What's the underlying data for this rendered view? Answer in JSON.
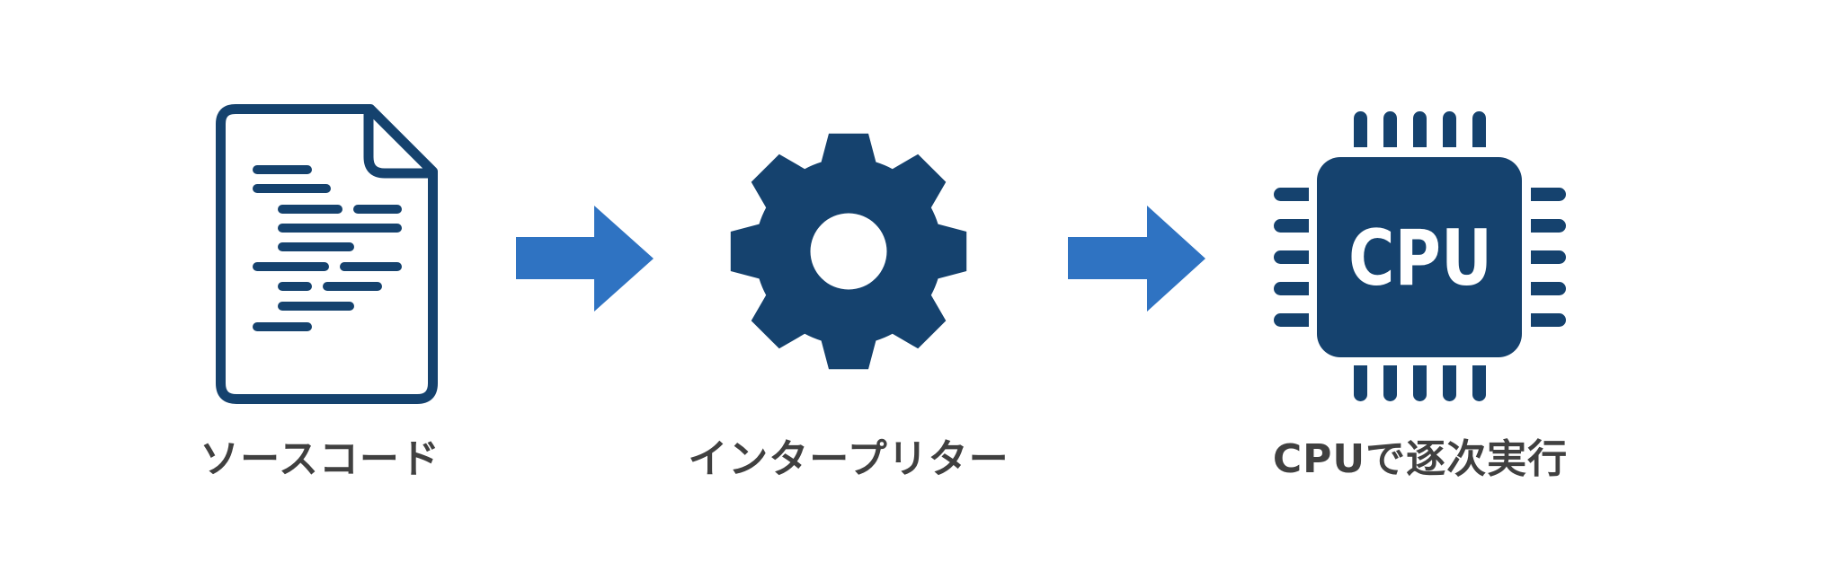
{
  "diagram": {
    "colors": {
      "background": "#ffffff",
      "icon_dark_blue": "#15426E",
      "arrow_blue": "#2F73C2",
      "label_text": "#404040",
      "chip_text": "#ffffff"
    },
    "steps": [
      {
        "id": "source-code",
        "icon": "document-code-icon",
        "label": "ソースコード"
      },
      {
        "id": "interpreter",
        "icon": "gear-icon",
        "label": "インタープリター"
      },
      {
        "id": "cpu",
        "icon": "cpu-chip-icon",
        "label": "CPUで逐次実行",
        "chip_text": "CPU"
      }
    ],
    "arrows": [
      {
        "from": "source-code",
        "to": "interpreter",
        "icon": "arrow-right-icon"
      },
      {
        "from": "interpreter",
        "to": "cpu",
        "icon": "arrow-right-icon"
      }
    ]
  }
}
